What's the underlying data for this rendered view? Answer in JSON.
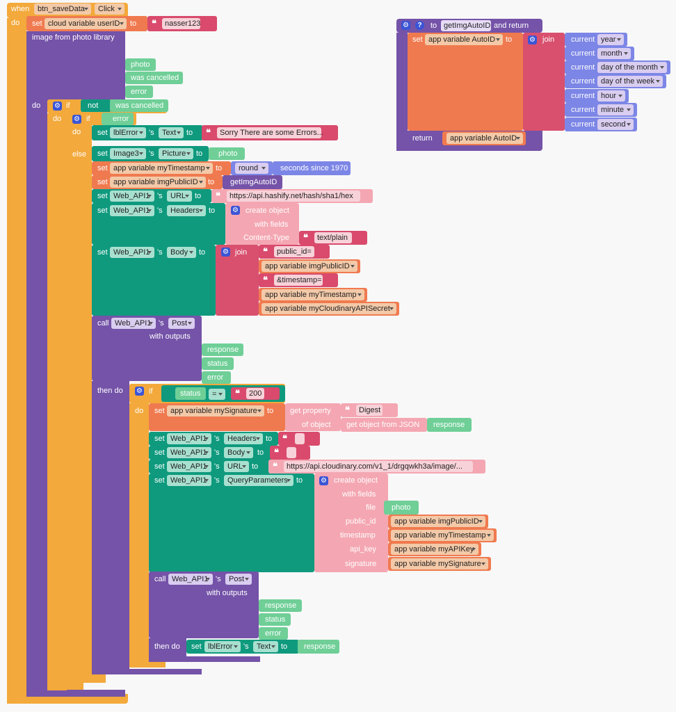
{
  "event": {
    "when": "when",
    "component": "btn_saveData",
    "event_name": "Click",
    "do": "do"
  },
  "set_cloud": {
    "set": "set",
    "variable": "cloud variable userID",
    "to": "to",
    "value": "nasser123"
  },
  "image_picker": {
    "label": "image from photo library",
    "outputs": [
      "photo",
      "was cancelled",
      "error"
    ],
    "do": "do"
  },
  "outer_if": {
    "if": "if",
    "not": "not",
    "condition": "was cancelled",
    "do": "do"
  },
  "inner_if": {
    "if": "if",
    "condition": "error",
    "do": "do",
    "else": "else"
  },
  "error_branch": {
    "set": "set",
    "component": "lblError",
    "s": "'s",
    "property": "Text",
    "to": "to",
    "value": "Sorry There are some Errors..."
  },
  "else_branch": {
    "image_set": {
      "set": "set",
      "component": "Image3",
      "s": "'s",
      "property": "Picture",
      "to": "to",
      "value": "photo"
    },
    "timestamp_set": {
      "set": "set",
      "variable": "app variable myTimestamp",
      "to": "to",
      "func": "round",
      "arg": "seconds since 1970"
    },
    "public_id_set": {
      "set": "set",
      "variable": "app variable imgPublicID",
      "to": "to",
      "value": "getImgAutoID"
    },
    "url_set": {
      "set": "set",
      "component": "Web_API1",
      "s": "'s",
      "property": "URL",
      "to": "to",
      "value": "https://api.hashify.net/hash/sha1/hex"
    },
    "headers_set": {
      "set": "set",
      "component": "Web_API1",
      "s": "'s",
      "property": "Headers",
      "to": "to",
      "create": "create object",
      "with_fields": "with fields",
      "field": "Content-Type",
      "field_value": "text/plain"
    },
    "body_set": {
      "set": "set",
      "component": "Web_API1",
      "s": "'s",
      "property": "Body",
      "to": "to",
      "join": "join",
      "parts": [
        "public_id=",
        "app variable imgPublicID",
        "&timestamp=",
        "app variable myTimestamp",
        "app variable myCloudinaryAPISecret"
      ]
    },
    "post_call": {
      "call": "call",
      "component": "Web_API1",
      "s": "'s",
      "method": "Post",
      "with_outputs": "with outputs",
      "outputs": [
        "response",
        "status",
        "error"
      ],
      "then_do": "then do"
    },
    "status_if": {
      "if": "if",
      "var": "status",
      "op": "=",
      "value": "200",
      "do": "do"
    },
    "signature_set": {
      "set": "set",
      "variable": "app variable mySignature",
      "to": "to",
      "get_property": "get property",
      "property": "Digest",
      "of_object": "of object",
      "from_json": "get object from JSON",
      "response": "response"
    },
    "headers2_set": {
      "set": "set",
      "component": "Web_API1",
      "s": "'s",
      "property": "Headers",
      "to": "to"
    },
    "body2_set": {
      "set": "set",
      "component": "Web_API1",
      "s": "'s",
      "property": "Body",
      "to": "to"
    },
    "url2_set": {
      "set": "set",
      "component": "Web_API1",
      "s": "'s",
      "property": "URL",
      "to": "to",
      "value": "https://api.cloudinary.com/v1_1/drgqwkh3a/image/..."
    },
    "query_set": {
      "set": "set",
      "component": "Web_API1",
      "s": "'s",
      "property": "QueryParameters",
      "to": "to",
      "create": "create object",
      "with_fields": "with fields",
      "fields": [
        {
          "key": "file",
          "value": "photo"
        },
        {
          "key": "public_id",
          "value": "app variable imgPublicID"
        },
        {
          "key": "timestamp",
          "value": "app variable myTimestamp"
        },
        {
          "key": "api_key",
          "value": "app variable myAPIKey"
        },
        {
          "key": "signature",
          "value": "app variable mySignature"
        }
      ]
    },
    "post2_call": {
      "call": "call",
      "component": "Web_API1",
      "s": "'s",
      "method": "Post",
      "with_outputs": "with outputs",
      "outputs": [
        "response",
        "status",
        "error"
      ],
      "then_do": "then do"
    },
    "final_set": {
      "set": "set",
      "component": "lblError",
      "s": "'s",
      "property": "Text",
      "to": "to",
      "value": "response"
    }
  },
  "func": {
    "to": "to",
    "name": "getImgAutoID",
    "and_return": "and return",
    "set": "set",
    "variable": "app variable AutoID",
    "set_to": "to",
    "join": "join",
    "parts": [
      {
        "current": "current",
        "field": "year"
      },
      {
        "current": "current",
        "field": "month"
      },
      {
        "current": "current",
        "field": "day of the month"
      },
      {
        "current": "current",
        "field": "day of the week"
      },
      {
        "current": "current",
        "field": "hour"
      },
      {
        "current": "current",
        "field": "minute"
      },
      {
        "current": "current",
        "field": "second"
      }
    ],
    "return": "return",
    "return_value": "app variable AutoID"
  }
}
